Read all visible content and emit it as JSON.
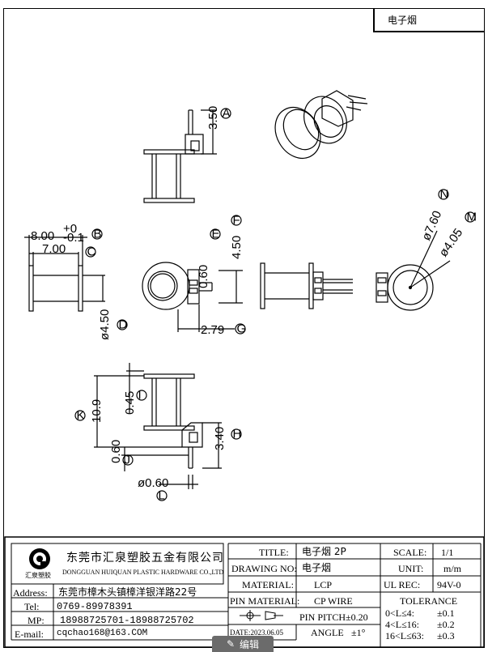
{
  "corner_label": "电子烟",
  "dimensions": {
    "d1": "3.50",
    "d2": "8.00",
    "d2_tol_upper": "+0",
    "d2_tol_lower": "-0.1",
    "d3": "7.00",
    "d4": "ø4.50",
    "d5": "0.60",
    "d6": "4.50",
    "d7": "2.79",
    "d8": "ø7.60",
    "d9": "ø4.05",
    "d10": "10.9",
    "d11": "0.45",
    "d12": "3.40",
    "d13": "0.60",
    "d14": "ø0.60"
  },
  "markers": {
    "A": "A",
    "B": "B",
    "C": "C",
    "D": "D",
    "E": "E",
    "F": "F",
    "G": "G",
    "H": "H",
    "I": "I",
    "K": "K",
    "L": "L",
    "M": "M",
    "N": "N"
  },
  "title_block": {
    "company_cn": "东莞市汇泉塑胶五金有限公司",
    "company_en": "DONGGUAN HUIQUAN PLASTIC HARDWARE CO.,LTD",
    "logo_text": "汇泉塑胶",
    "address_label": "Address:",
    "address": "东莞市樟木头镇樟洋银洋路22号",
    "tel_label": "Tel:",
    "tel": "0769-89978391",
    "mp_label": "MP:",
    "mp": "18988725701-18988725702",
    "email_label": "E-mail:",
    "email": "cqchao168@163.COM",
    "title_label": "TITLE:",
    "title": "电子烟 2P",
    "drawing_no_label": "DRAWING NO:",
    "drawing_no": "电子烟",
    "material_label": "MATERIAL:",
    "material": "LCP",
    "pin_material_label": "PIN MATERIAL:",
    "pin_material": "CP WIRE",
    "pin_pitch": "PIN PITCH±0.20",
    "date": "DATE:2023.06.05",
    "angle_label": "ANGLE",
    "angle": "±1°",
    "scale_label": "SCALE:",
    "scale": "1/1",
    "unit_label": "UNIT:",
    "unit": "m/m",
    "ul_rec_label": "UL REC:",
    "ul_rec": "94V-0",
    "tolerance_label": "TOLERANCE",
    "tol1_range": "0<L≤4:",
    "tol1_val": "±0.1",
    "tol2_range": "4<L≤16:",
    "tol2_val": "±0.2",
    "tol3_range": "16<L≤63:",
    "tol3_val": "±0.3"
  },
  "edit_button": {
    "label": "编辑"
  }
}
